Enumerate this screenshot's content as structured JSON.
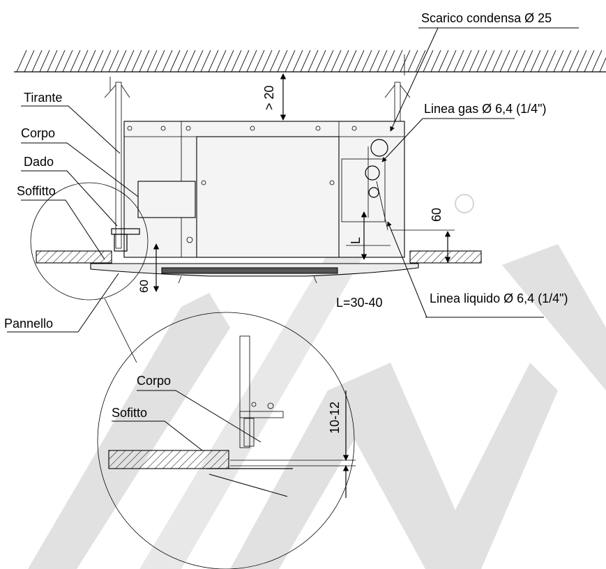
{
  "labels": {
    "drain": "Scarico condensa Ø 25",
    "gas_line": "Linea gas Ø 6,4 (1/4\")",
    "liquid_line": "Linea liquido Ø 6,4 (1/4\")",
    "tie_rod": "Tirante",
    "body": "Corpo",
    "nut": "Dado",
    "ceiling": "Soffitto",
    "panel": "Pannello",
    "detail_body": "Corpo",
    "detail_ceiling": "Sofitto"
  },
  "dimensions": {
    "top_clearance": "> 20",
    "right_offset": "60",
    "left_offset": "60",
    "pipe_L": "L",
    "pipe_L_range": "L=30-40",
    "detail_gap": "10-12"
  },
  "watermark": {
    "letters": "TMA",
    "color": "#d9d9d9"
  }
}
